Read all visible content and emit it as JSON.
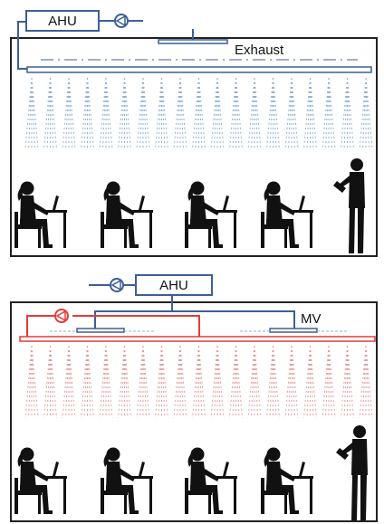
{
  "top_panel": {
    "ahu_label": "AHU",
    "exhaust_label": "Exhaust"
  },
  "bottom_panel": {
    "ahu_label": "AHU",
    "mv_label": "MV"
  },
  "colors": {
    "duct_blue": "#3d5f94",
    "frame": "#222222",
    "spray_blue": "#8fb1d8",
    "spray_red": "#e89a9a",
    "duct_red": "#e53a3a",
    "silhouette": "#111111"
  },
  "icons": [
    "fan-icon",
    "student-silhouette-icon",
    "teacher-silhouette-icon",
    "air-diffuser-icon"
  ]
}
